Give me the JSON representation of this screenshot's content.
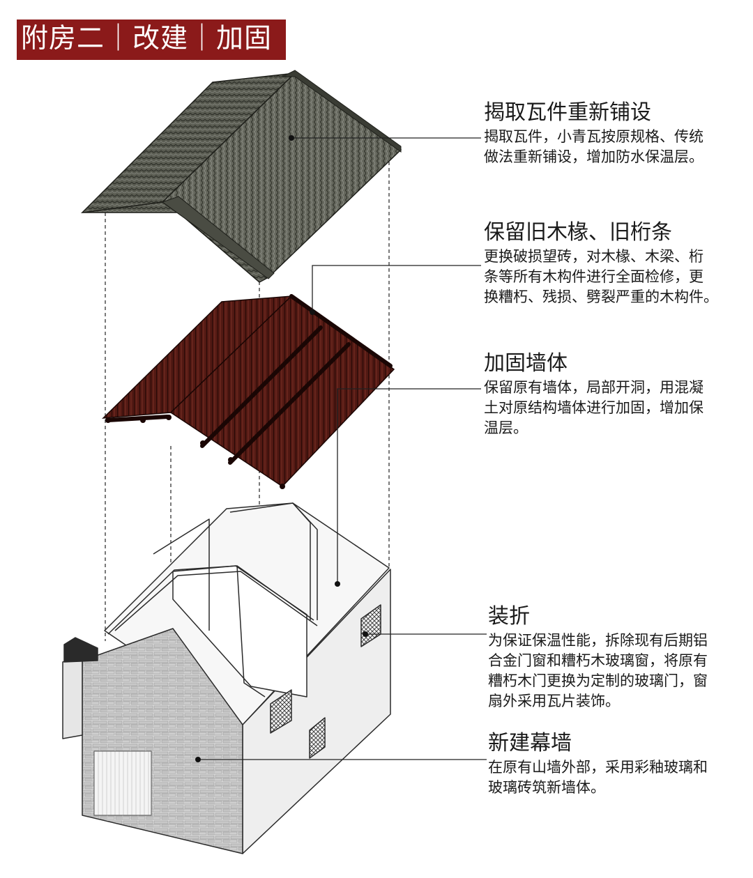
{
  "title": "附房二｜改建｜加固",
  "annotations": [
    {
      "heading": "揭取瓦件重新铺设",
      "body": "揭取瓦件，小青瓦按原规格、传统\n做法重新铺设，增加防水保温层。"
    },
    {
      "heading": "保留旧木椽、旧桁条",
      "body": "更换破损望砖，对木椽、木梁、桁\n条等所有木构件进行全面检修，更\n换糟朽、残损、劈裂严重的木构件。"
    },
    {
      "heading": "加固墙体",
      "body": "保留原有墙体，局部开洞，用混凝\n土对原结构墙体进行加固，增加保\n温层。"
    },
    {
      "heading": "装折",
      "body": "为保证保温性能，拆除现有后期铝\n合金门窗和糟朽木玻璃窗，将原有\n糟朽木门更换为定制的玻璃门，窗\n扇外采用瓦片装饰。"
    },
    {
      "heading": "新建幕墙",
      "body": "在原有山墙外部，采用彩釉玻璃和\n玻璃砖筑新墙体。"
    }
  ],
  "colors": {
    "title_bg": "#8b1a1a",
    "tile_roof": "#55574c",
    "timber_roof": "#4a1712",
    "wall": "#f2f2f2",
    "brick_wall": "#d8d8d8"
  }
}
